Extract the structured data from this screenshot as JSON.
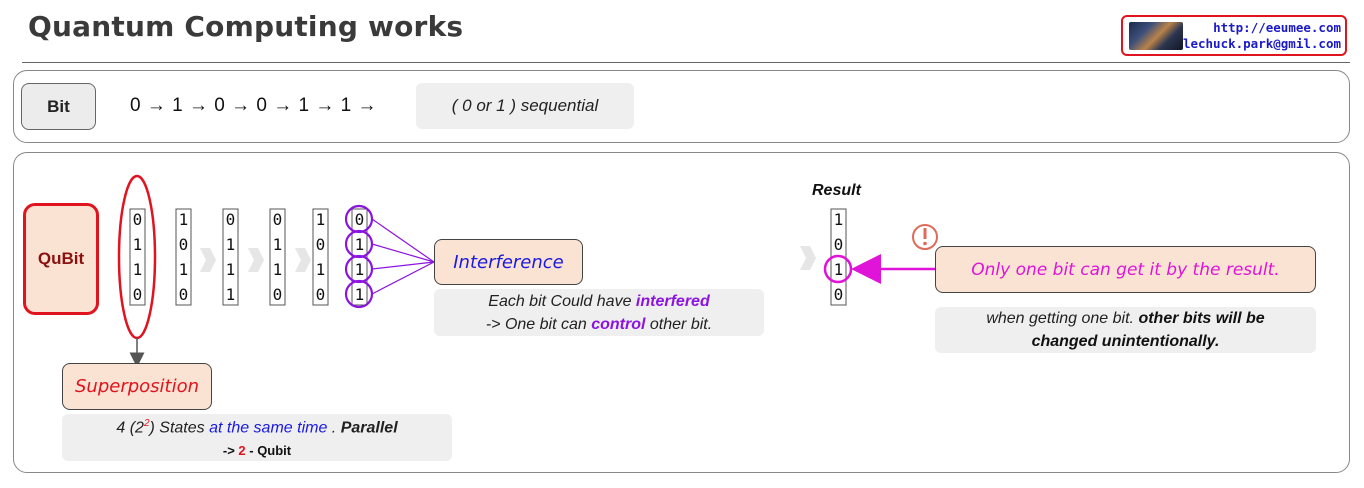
{
  "header": {
    "title": "Quantum Computing works",
    "author_url": "http://eeumee.com",
    "author_email": "lechuck.park@gmil.com"
  },
  "bit_panel": {
    "label": "Bit",
    "sequence": "0 → 1  →  0 → 0 → 1 → 1 →",
    "description": "( 0 or 1 ) sequential"
  },
  "qubit_panel": {
    "label": "QuBit",
    "columns": [
      [
        "0",
        "1",
        "1",
        "0"
      ],
      [
        "1",
        "0",
        "1",
        "0"
      ],
      [
        "0",
        "1",
        "1",
        "1"
      ],
      [
        "0",
        "1",
        "1",
        "0"
      ],
      [
        "1",
        "0",
        "1",
        "0"
      ],
      [
        "0",
        "1",
        "1",
        "1"
      ]
    ],
    "interference": {
      "label": "Interference",
      "desc_line1_prefix": "Each bit Could have ",
      "desc_line1_emph": "interfered",
      "desc_line2_prefix": "-> One bit can ",
      "desc_line2_emph": "control",
      "desc_line2_suffix": " other bit."
    },
    "superposition": {
      "label": "Superposition",
      "line1_a": "4 (2",
      "line1_sup": "2",
      "line1_b": ") States ",
      "line1_blue": "at the same time",
      "line1_c": " . ",
      "line1_bold": "Parallel",
      "line2_a": "-> ",
      "line2_red": "2",
      "line2_b": " - Qubit"
    },
    "result": {
      "label": "Result",
      "digits": [
        "1",
        "0",
        "1",
        "0"
      ],
      "message": "Only one bit can get it by the result.",
      "note_line1_a": "when getting one bit. ",
      "note_line1_bold": "other bits will be",
      "note_line2_bold": "changed unintentionally."
    }
  },
  "colors": {
    "red": "#e0141e",
    "purple": "#8b14e0",
    "magenta": "#e014d8",
    "blue": "#1a1ae0",
    "peach": "#fbe3d3"
  },
  "icons": [
    "warning-icon",
    "avatar-image"
  ]
}
